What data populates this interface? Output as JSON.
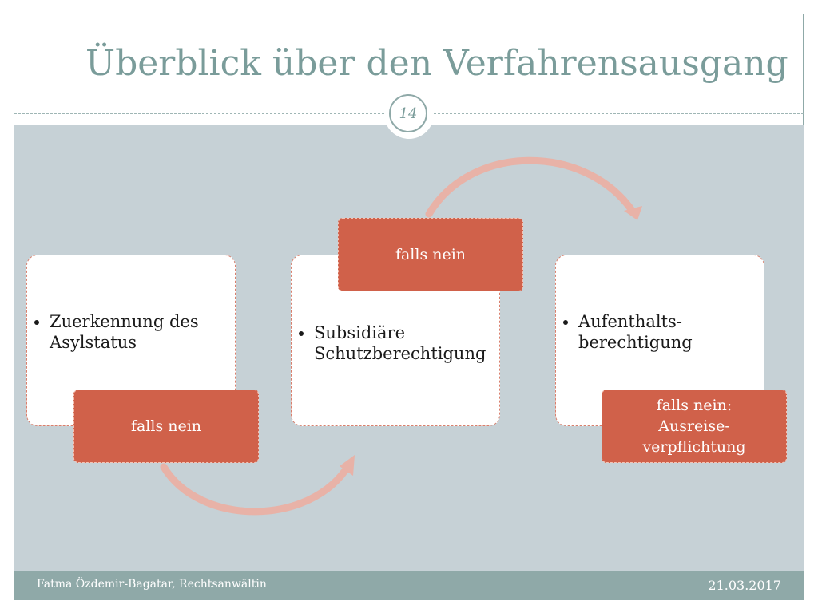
{
  "slide": {
    "title": "Überblick über den Verfahrensausgang",
    "page_number": "14"
  },
  "steps": [
    {
      "text": "Zuerkennung des Asylstatus",
      "condition": "falls nein"
    },
    {
      "text": "Subsidiäre Schutzberechtigung",
      "condition": "falls nein"
    },
    {
      "text": "Aufenthalts-berechtigung",
      "condition_line1": "falls nein:",
      "condition_line2": "Ausreise-verpflichtung"
    }
  ],
  "footer": {
    "author": "Fatma Özdemir-Bagatar, Rechtsanwältin",
    "date": "21.03.2017"
  },
  "colors": {
    "accent": "#8fa9a8",
    "condition_box": "#d0614a",
    "arrow": "#e8b2a7",
    "panel": "#c6d1d6"
  }
}
